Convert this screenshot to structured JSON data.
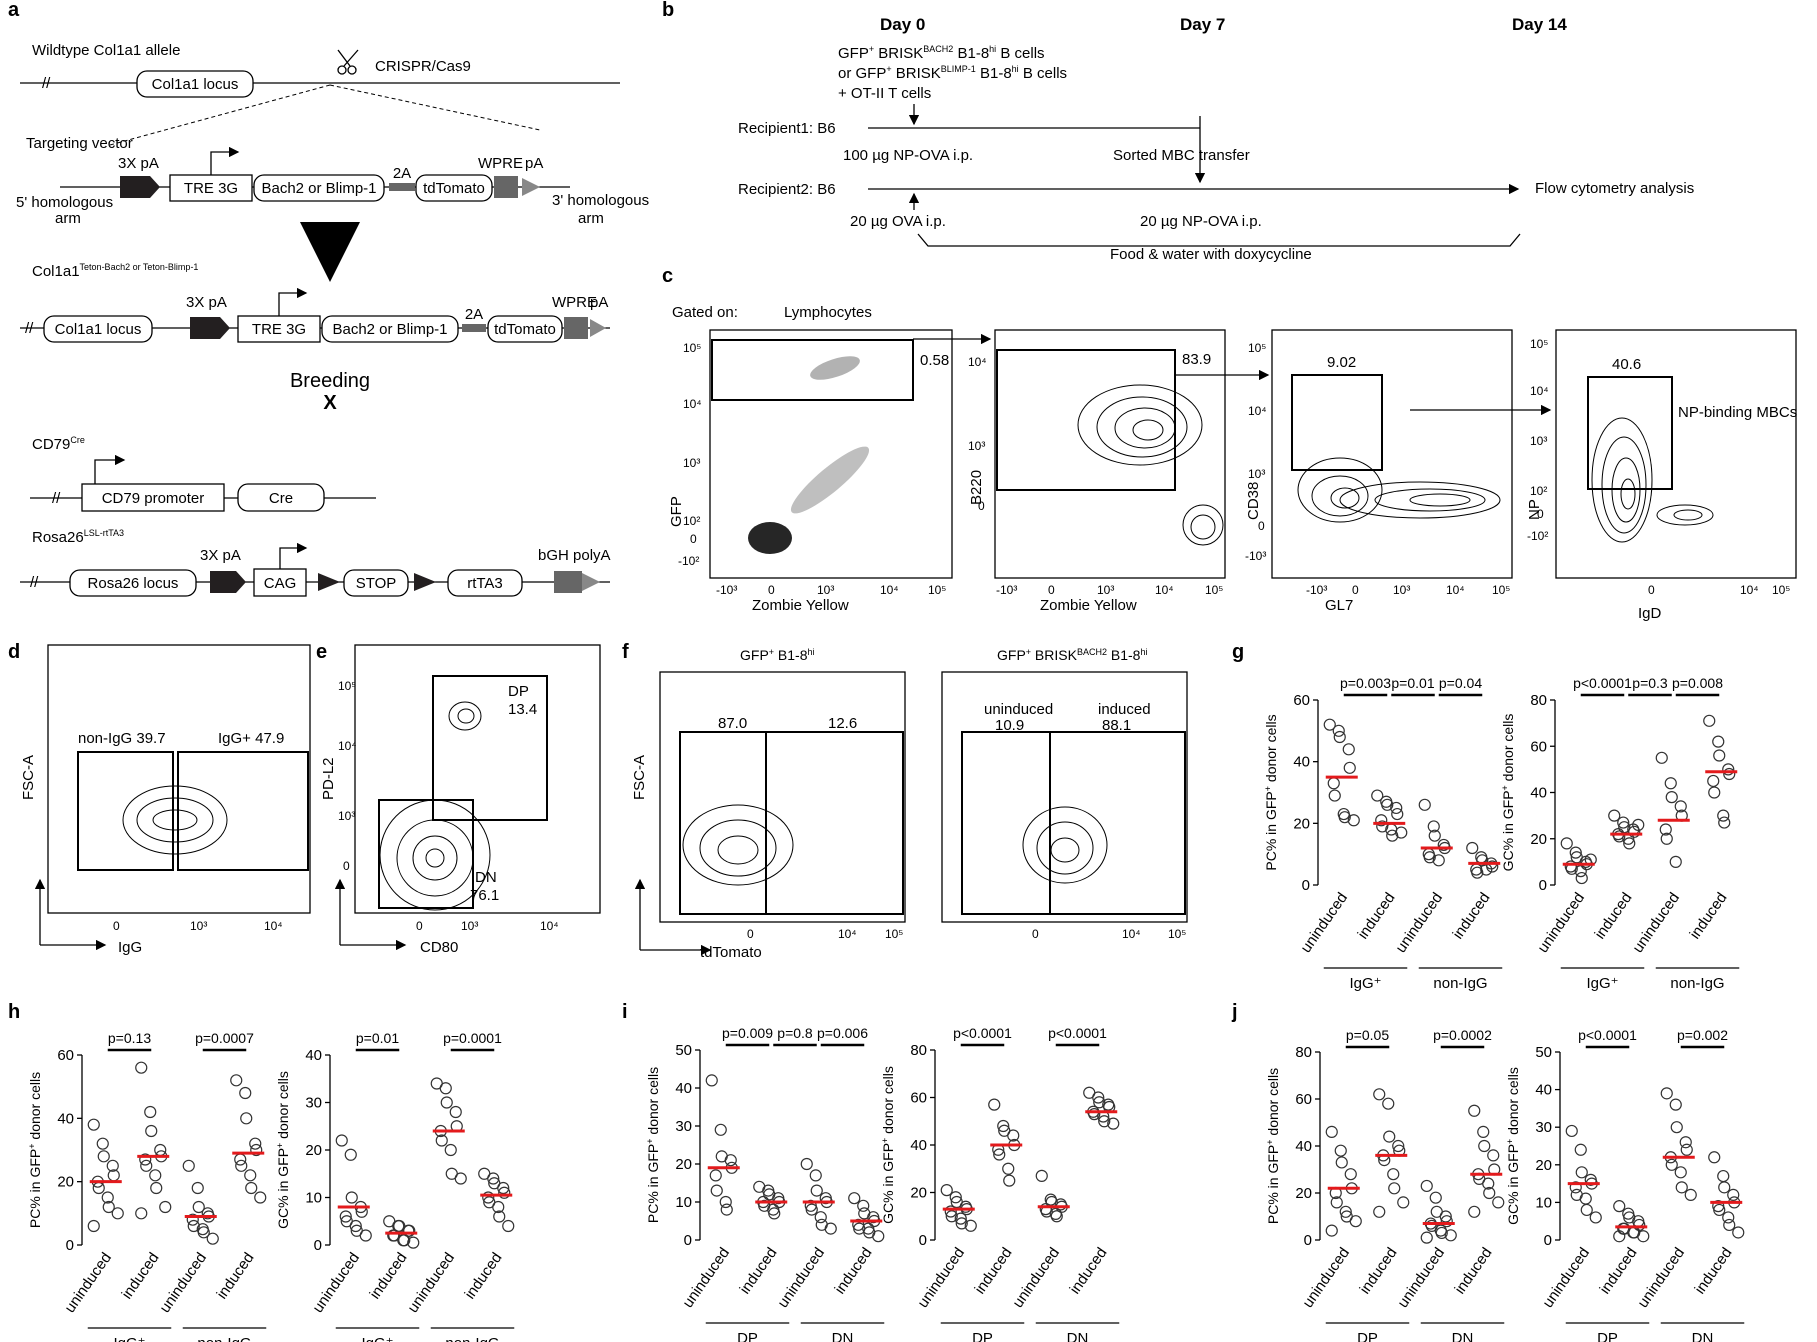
{
  "panels": {
    "a": "a",
    "b": "b",
    "c": "c",
    "d": "d",
    "e": "e",
    "f": "f",
    "g": "g",
    "h": "h",
    "i": "i",
    "j": "j"
  },
  "a": {
    "wt_title": "Wildtype Col1a1 allele",
    "col1a1_locus": "Col1a1 locus",
    "crispr": "CRISPR/Cas9",
    "targeting_vector": "Targeting vector",
    "pa3x": "3X pA",
    "tre": "TRE 3G",
    "bach_blimp": "Bach2 or Blimp-1",
    "p2a": "2A",
    "tdtomato": "tdTomato",
    "wpre": "WPRE",
    "pa": "pA",
    "arm5a": "5' homologous",
    "arm5b": "arm",
    "arm3a": "3' homologous",
    "arm3b": "arm",
    "allele_base": "Col1a1",
    "allele_sup": "Teton-Bach2 or Teton-Blimp-1",
    "breeding": "Breeding",
    "x": "X",
    "cd79_base": "CD79",
    "cd79_sup": "Cre",
    "cd79_promoter": "CD79 promoter",
    "cre": "Cre",
    "rosa_base": "Rosa26",
    "rosa_sup": "LSL-rtTA3",
    "rosa_locus": "Rosa26 locus",
    "cag": "CAG",
    "stop": "STOP",
    "rtta3": "rtTA3",
    "bgh": "bGH polyA"
  },
  "b": {
    "day0": "Day 0",
    "day7": "Day 7",
    "day14": "Day 14",
    "line1_pre": "GFP",
    "line1_sup": "+",
    "line1_mid": " BRISK",
    "line1_sup2": "BACH2",
    "line1_post": " B1-8",
    "line1_hi": "hi",
    "line1_end": " B cells",
    "line2_pre": "or GFP",
    "line2_sup": "+",
    "line2_mid": " BRISK",
    "line2_sup2": "BLIMP-1",
    "line2_post": " B1-8",
    "line2_hi": "hi",
    "line2_end": " B cells",
    "line3": "+ OT-II T cells",
    "recipient1": "Recipient1: B6",
    "recipient2": "Recipient2: B6",
    "np_ova_100": "100 µg NP-OVA i.p.",
    "sorted": "Sorted MBC transfer",
    "ova_20": "20 µg OVA i.p.",
    "np_ova_20": "20 µg NP-OVA i.p.",
    "flow": "Flow cytometry analysis",
    "food": "Food & water with doxycycline"
  },
  "c": {
    "gated": "Gated on:",
    "lymph": "Lymphocytes",
    "p1": {
      "y": "GFP",
      "x": "Zombie Yellow",
      "gate": "0.58",
      "xt": [
        "-10³",
        "0",
        "10³",
        "10⁴",
        "10⁵"
      ],
      "yt": [
        "10⁵",
        "10⁴",
        "10³",
        "10²",
        "0",
        "-10²"
      ]
    },
    "p2": {
      "y": "B220",
      "x": "Zombie Yellow",
      "gate": "83.9",
      "xt": [
        "-10³",
        "0",
        "10³",
        "10⁴",
        "10⁵"
      ],
      "yt": [
        "10⁴",
        "10³",
        "0"
      ]
    },
    "p3": {
      "y": "CD38",
      "x": "GL7",
      "gate": "9.02",
      "xt": [
        "-10³",
        "0",
        "10³",
        "10⁴",
        "10⁵"
      ],
      "yt": [
        "10⁵",
        "10⁴",
        "10³",
        "0",
        "-10³"
      ]
    },
    "p4": {
      "y": "NP",
      "x": "IgD",
      "gate": "40.6",
      "label": "NP-binding MBCs",
      "xt": [
        "0",
        "10⁴",
        "10⁵"
      ],
      "yt": [
        "10⁵",
        "10⁴",
        "10³",
        "10²",
        "0",
        "-10²"
      ]
    }
  },
  "d": {
    "y": "FSC-A",
    "x": "IgG",
    "gate1": "non-IgG 39.7",
    "gate2": "IgG+ 47.9",
    "xt": [
      "0",
      "10³",
      "10⁴"
    ]
  },
  "e": {
    "y": "PD-L2",
    "x": "CD80",
    "dp": "DP",
    "dp_v": "13.4",
    "dn": "DN",
    "dn_v": "76.1",
    "xt": [
      "0",
      "10³",
      "10⁴"
    ],
    "yt": [
      "10⁵",
      "10⁴",
      "10³",
      "0"
    ]
  },
  "f": {
    "title1_pre": "GFP",
    "title1_sup": "+",
    "title1_post": " B1-8",
    "title1_hi": "hi",
    "title2_pre": "GFP",
    "title2_sup": "+",
    "title2_mid": " BRISK",
    "title2_sup2": "BACH2",
    "title2_post": " B1-8",
    "title2_hi": "hi",
    "y": "FSC-A",
    "x": "tdTomato",
    "v1": "87.0",
    "v2": "12.6",
    "un": "uninduced",
    "ind": "induced",
    "v3": "10.9",
    "v4": "88.1",
    "xt": [
      "0",
      "10⁴",
      "10⁵"
    ]
  },
  "chart_data": [
    {
      "panel": "g",
      "type": "scatter",
      "ylabel_pre": "PC% in GFP",
      "ylabel_sup": "+",
      "ylabel_post": " donor cells",
      "ylim": [
        0,
        60
      ],
      "yticks": [
        "0",
        "20",
        "40",
        "60"
      ],
      "categories": [
        "uninduced",
        "induced",
        "uninduced",
        "induced"
      ],
      "groups": [
        "IgG⁺",
        "non-IgG"
      ],
      "pvalues": [
        "p=0.003",
        "p=0.01",
        "p=0.04"
      ],
      "medians": [
        35,
        20,
        12,
        7
      ],
      "points": [
        [
          52,
          50,
          48,
          44,
          38,
          33,
          29,
          23,
          22,
          21
        ],
        [
          29,
          27,
          26,
          25,
          23,
          21,
          19,
          18,
          16,
          17
        ],
        [
          26,
          19,
          16,
          13,
          12,
          10,
          9,
          8
        ],
        [
          12,
          9,
          8,
          7,
          6,
          5,
          4,
          5
        ]
      ]
    },
    {
      "panel": "g",
      "type": "scatter",
      "ylabel_pre": "GC% in GFP",
      "ylabel_sup": "+",
      "ylabel_post": " donor cells",
      "ylim": [
        0,
        80
      ],
      "yticks": [
        "0",
        "20",
        "40",
        "60",
        "80"
      ],
      "categories": [
        "uninduced",
        "induced",
        "uninduced",
        "induced"
      ],
      "groups": [
        "IgG⁺",
        "non-IgG"
      ],
      "pvalues": [
        "p<0.0001",
        "p=0.3",
        "p=0.008"
      ],
      "medians": [
        9,
        22,
        28,
        49
      ],
      "points": [
        [
          18,
          14,
          12,
          10,
          9,
          8,
          7,
          6,
          3,
          11
        ],
        [
          30,
          27,
          25,
          24,
          23,
          22,
          21,
          20,
          18,
          26
        ],
        [
          55,
          44,
          38,
          34,
          30,
          24,
          20,
          10
        ],
        [
          71,
          62,
          56,
          50,
          48,
          45,
          40,
          30,
          27
        ]
      ]
    },
    {
      "panel": "h",
      "type": "scatter",
      "ylabel_pre": "PC% in GFP",
      "ylabel_sup": "+",
      "ylabel_post": " donor cells",
      "ylim": [
        0,
        60
      ],
      "yticks": [
        "0",
        "20",
        "40",
        "60"
      ],
      "categories": [
        "uninduced",
        "induced",
        "uninduced",
        "induced"
      ],
      "groups": [
        "IgG⁺",
        "non-IgG"
      ],
      "pvalues": [
        "p=0.13",
        "p=0.0007"
      ],
      "medians": [
        20,
        28,
        9,
        29
      ],
      "points": [
        [
          38,
          32,
          28,
          25,
          22,
          20,
          18,
          15,
          12,
          10,
          6
        ],
        [
          56,
          42,
          36,
          30,
          28,
          27,
          25,
          22,
          18,
          12,
          10
        ],
        [
          25,
          18,
          12,
          10,
          9,
          8,
          6,
          5,
          4,
          2
        ],
        [
          52,
          48,
          40,
          32,
          30,
          27,
          25,
          22,
          18,
          15
        ]
      ]
    },
    {
      "panel": "h",
      "type": "scatter",
      "ylabel_pre": "GC% in GFP",
      "ylabel_sup": "+",
      "ylabel_post": " donor cells",
      "ylim": [
        0,
        40
      ],
      "yticks": [
        "0",
        "10",
        "20",
        "30",
        "40"
      ],
      "categories": [
        "uninduced",
        "induced",
        "uninduced",
        "induced"
      ],
      "groups": [
        "IgG⁺",
        "non-IgG"
      ],
      "pvalues": [
        "p=0.01",
        "p=0.0001"
      ],
      "medians": [
        8,
        2.5,
        24,
        10.5
      ],
      "points": [
        [
          22,
          19,
          10,
          8,
          7,
          6,
          5,
          4,
          3,
          2
        ],
        [
          5,
          4,
          4,
          3,
          3,
          2,
          2,
          1,
          1,
          0.5
        ],
        [
          34,
          33,
          30,
          28,
          25,
          24,
          22,
          20,
          15,
          14
        ],
        [
          15,
          14,
          13,
          12,
          11,
          10,
          9,
          8,
          6,
          4
        ]
      ]
    },
    {
      "panel": "i",
      "type": "scatter",
      "ylabel_pre": "PC% in GFP",
      "ylabel_sup": "+",
      "ylabel_post": " donor cells",
      "ylim": [
        0,
        50
      ],
      "yticks": [
        "0",
        "10",
        "20",
        "30",
        "40",
        "50"
      ],
      "categories": [
        "uninduced",
        "induced",
        "uninduced",
        "induced"
      ],
      "groups": [
        "DP",
        "DN"
      ],
      "pvalues": [
        "p=0.009",
        "p=0.8",
        "p=0.006"
      ],
      "medians": [
        19,
        10,
        10,
        5
      ],
      "points": [
        [
          42,
          29,
          22,
          21,
          19,
          17,
          13,
          10,
          8
        ],
        [
          14,
          13,
          12,
          11,
          10,
          10,
          9,
          8,
          7
        ],
        [
          20,
          17,
          13,
          11,
          10,
          9,
          8,
          6,
          4,
          3
        ],
        [
          11,
          9,
          7,
          6,
          5,
          4,
          3,
          3,
          2,
          1
        ]
      ]
    },
    {
      "panel": "i",
      "type": "scatter",
      "ylabel_pre": "GC% in GFP",
      "ylabel_sup": "+",
      "ylabel_post": " donor cells",
      "ylim": [
        0,
        80
      ],
      "yticks": [
        "0",
        "20",
        "40",
        "60",
        "80"
      ],
      "categories": [
        "uninduced",
        "induced",
        "uninduced",
        "induced"
      ],
      "groups": [
        "DP",
        "DN"
      ],
      "pvalues": [
        "p<0.0001",
        "p<0.0001"
      ],
      "medians": [
        13,
        40,
        14,
        54
      ],
      "points": [
        [
          21,
          18,
          16,
          14,
          13,
          12,
          10,
          9,
          7,
          6
        ],
        [
          57,
          48,
          46,
          44,
          40,
          38,
          36,
          30,
          25
        ],
        [
          27,
          17,
          16,
          15,
          14,
          13,
          12,
          11,
          10
        ],
        [
          62,
          60,
          58,
          57,
          56,
          54,
          53,
          52,
          50,
          49
        ]
      ]
    },
    {
      "panel": "j",
      "type": "scatter",
      "ylabel_pre": "PC% in GFP",
      "ylabel_sup": "+",
      "ylabel_post": " donor cells",
      "ylim": [
        0,
        80
      ],
      "yticks": [
        "0",
        "20",
        "40",
        "60",
        "80"
      ],
      "categories": [
        "uninduced",
        "induced",
        "uninduced",
        "induced"
      ],
      "groups": [
        "DP",
        "DN"
      ],
      "pvalues": [
        "p=0.05",
        "p=0.0002"
      ],
      "medians": [
        22,
        36,
        7,
        28
      ],
      "points": [
        [
          46,
          38,
          33,
          28,
          22,
          20,
          16,
          12,
          10,
          8,
          4
        ],
        [
          62,
          58,
          44,
          40,
          38,
          36,
          34,
          28,
          22,
          16,
          12
        ],
        [
          23,
          18,
          12,
          10,
          8,
          7,
          6,
          4,
          3,
          2,
          1
        ],
        [
          55,
          46,
          40,
          36,
          30,
          28,
          26,
          24,
          20,
          16,
          12
        ]
      ]
    },
    {
      "panel": "j",
      "type": "scatter",
      "ylabel_pre": "GC% in GFP",
      "ylabel_sup": "+",
      "ylabel_post": " donor cells",
      "ylim": [
        0,
        50
      ],
      "yticks": [
        "0",
        "10",
        "20",
        "30",
        "40",
        "50"
      ],
      "categories": [
        "uninduced",
        "induced",
        "uninduced",
        "induced"
      ],
      "groups": [
        "DP",
        "DN"
      ],
      "pvalues": [
        "p<0.0001",
        "p=0.002"
      ],
      "medians": [
        15,
        3.5,
        22,
        10
      ],
      "points": [
        [
          29,
          24,
          18,
          16,
          15,
          14,
          12,
          11,
          8,
          6
        ],
        [
          9,
          7,
          6,
          5,
          4,
          3,
          3,
          2,
          2,
          1,
          1
        ],
        [
          39,
          36,
          30,
          26,
          24,
          22,
          20,
          18,
          14,
          12
        ],
        [
          22,
          17,
          14,
          12,
          10,
          9,
          8,
          6,
          4,
          2
        ]
      ]
    }
  ]
}
